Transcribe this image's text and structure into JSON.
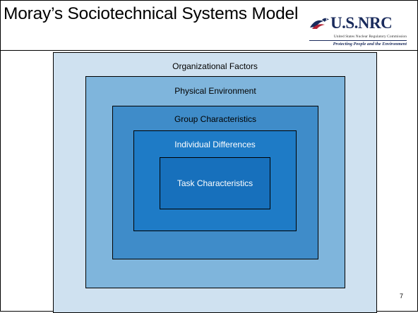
{
  "slide": {
    "title": "Moray’s Sociotechnical Systems Model",
    "page_number": "7"
  },
  "logo": {
    "name": "U.S.NRC",
    "subtitle": "United States Nuclear Regulatory Commission",
    "tagline": "Protecting People and the Environment",
    "icon": "eagle-icon"
  },
  "diagram": {
    "levels": [
      {
        "label": "Organizational Factors",
        "color": "#cfe1f0"
      },
      {
        "label": "Physical Environment",
        "color": "#7fb5dc"
      },
      {
        "label": "Group Characteristics",
        "color": "#3f8cc9"
      },
      {
        "label": "Individual Differences",
        "color": "#1e7bc6"
      },
      {
        "label": "Task Characteristics",
        "color": "#1770bc"
      }
    ]
  }
}
